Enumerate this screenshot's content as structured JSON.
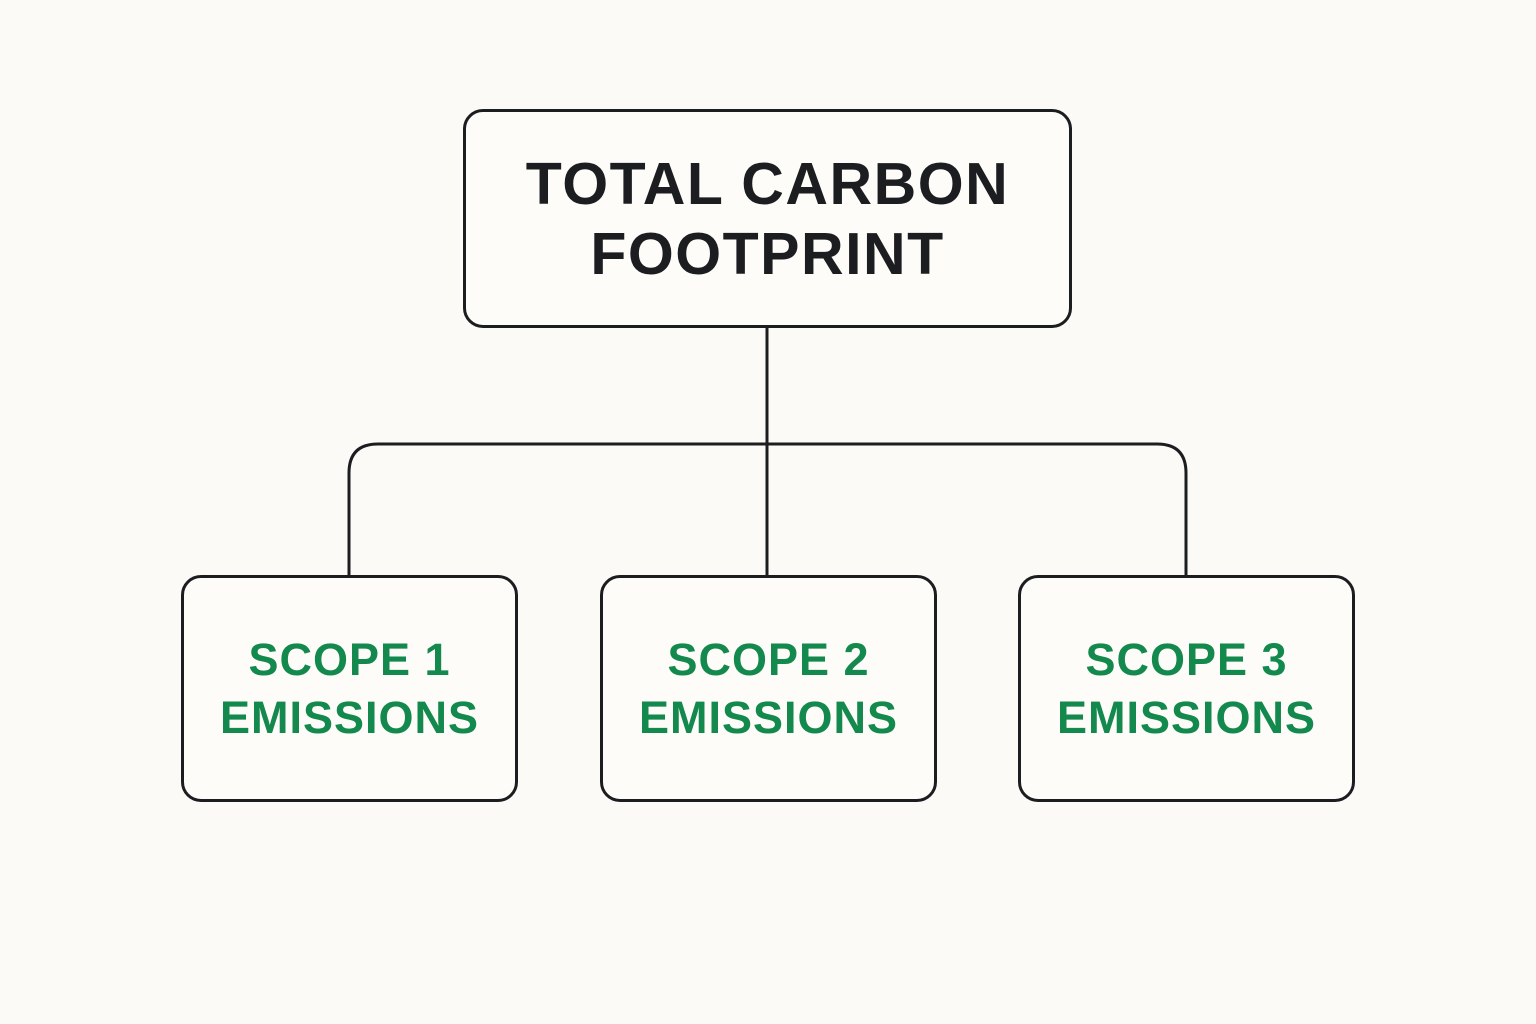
{
  "diagram": {
    "root": {
      "line1": "TOTAL CARBON",
      "line2": "FOOTPRINT"
    },
    "children": [
      {
        "line1": "SCOPE 1",
        "line2": "EMISSIONS"
      },
      {
        "line1": "SCOPE 2",
        "line2": "EMISSIONS"
      },
      {
        "line1": "SCOPE 3",
        "line2": "EMISSIONS"
      }
    ]
  },
  "colors": {
    "background": "#fcfaf6",
    "stroke": "#1c1d20",
    "root_text": "#1c1d20",
    "scope_text": "#14894e"
  }
}
